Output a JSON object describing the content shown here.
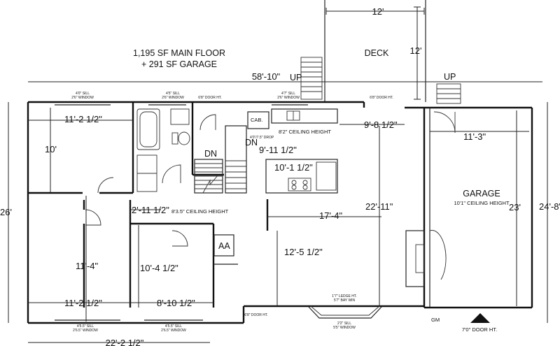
{
  "summary": {
    "main_floor": "1,195 SF MAIN FLOOR",
    "garage": "+ 291 SF GARAGE"
  },
  "labels": {
    "deck": "DECK",
    "garage": "GARAGE",
    "garage_ceiling": "10'1\" CEILING HEIGHT",
    "up_left": "UP",
    "up_right": "UP",
    "dn_1": "DN",
    "dn_2": "DN",
    "cab": "CAB.",
    "aa": "AA",
    "gm": "GM",
    "ceiling_kitchen": "8'2\" CEILING HEIGHT",
    "ceiling_hall": "8'3.5\" CEILING HEIGHT",
    "door_ht_garage": "7'0\" DOOR HT.",
    "door_ht_top_1": "6'8\" DOOR HT.",
    "door_ht_top_2": "6'8\" DOOR HT.",
    "door_ht_bottom": "6'8\" DOOR HT.",
    "sill_top_1": "4'0\" SILL",
    "window_top_1": "2'6\" WINDOW",
    "sill_top_2": "4'5\" SILL",
    "window_top_2": "2'6\" WINDOW",
    "sill_top_3": "4'7\" SILL",
    "window_top_3": "2'6\" WINDOW",
    "sill_bottom_1": "4'5.5\" SILL",
    "window_bottom_1": "2'6.5\" WINDOW",
    "sill_bottom_2": "4'5.5\" SILL",
    "window_bottom_2": "2'6.5\" WINDOW",
    "ledge": "1'7\" LEDGE HT.",
    "bay_window": "5'7\" BAY WIN",
    "bay_sill": "2'2\" SILL",
    "bay_window_2": "5'5\" WINDOW",
    "drop": "4'0\"/7.5\" DROP"
  },
  "dimensions": {
    "deck_width": "12'",
    "deck_depth": "12'",
    "overall_width": "58'-10\"",
    "overall_depth_left": "26'",
    "overall_depth_right": "24'-8\"",
    "bedroom1_width": "11'-2 1/2\"",
    "bedroom1_depth": "10'",
    "hall_width": "2'-11 1/2\"",
    "bedroom2_depth": "11'-4\"",
    "bedroom2_width": "11'-2 1/2\"",
    "bedroom3_depth": "10'-4 1/2\"",
    "bedroom3_width": "8'-10 1/2\"",
    "bottom_left_width": "22'-2 1/2\"",
    "stair_width": "9'-11 1/2\"",
    "kitchen_width": "10'-1 1/2\"",
    "kitchen_depth": "9'-8 1/2\"",
    "living_depth": "22'-11\"",
    "living_width": "17'-4\"",
    "living_depth_2": "12'-5 1/2\"",
    "garage_width": "11'-3\"",
    "garage_depth": "23'"
  }
}
